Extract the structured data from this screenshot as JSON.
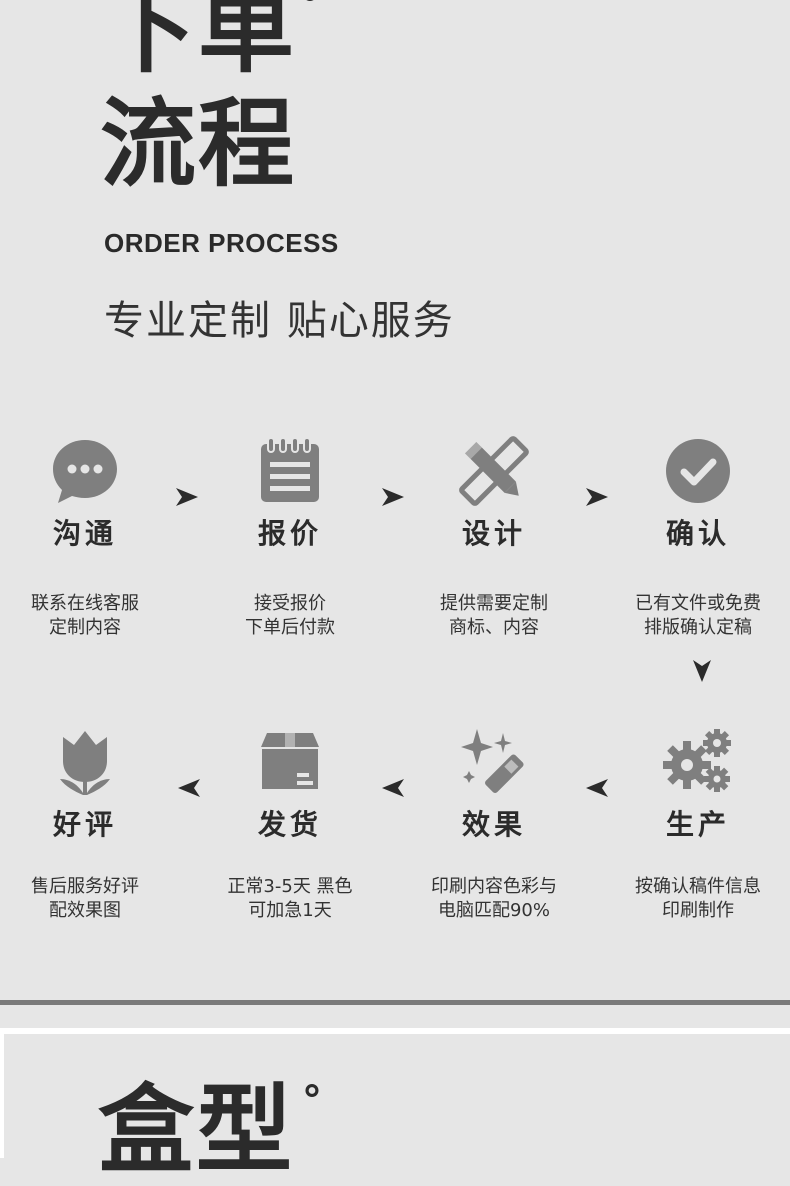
{
  "header": {
    "title_line1": "下单",
    "title_line2": "流程",
    "degree_mark": "°",
    "subtitle_en": "ORDER PROCESS",
    "subtitle_cn": "专业定制 贴心服务"
  },
  "steps": [
    {
      "title": "沟通",
      "desc1": "联系在线客服",
      "desc2": "定制内容",
      "icon": "chat-bubble-icon"
    },
    {
      "title": "报价",
      "desc1": "接受报价",
      "desc2": "下单后付款",
      "icon": "notepad-icon"
    },
    {
      "title": "设计",
      "desc1": "提供需要定制",
      "desc2": "商标、内容",
      "icon": "pencil-ruler-icon"
    },
    {
      "title": "确认",
      "desc1": "已有文件或免费",
      "desc2": "排版确认定稿",
      "icon": "checkmark-icon"
    },
    {
      "title": "生产",
      "desc1": "按确认稿件信息",
      "desc2": "印刷制作",
      "icon": "gears-icon"
    },
    {
      "title": "效果",
      "desc1": "印刷内容色彩与",
      "desc2": "电脑匹配90%",
      "icon": "sparkle-wand-icon"
    },
    {
      "title": "发货",
      "desc1": "正常3-5天 黑色",
      "desc2": "可加急1天",
      "icon": "box-icon"
    },
    {
      "title": "好评",
      "desc1": "售后服务好评",
      "desc2": "配效果图",
      "icon": "tulip-icon"
    }
  ],
  "next_section": {
    "title": "盒型",
    "degree_mark": "°"
  },
  "colors": {
    "background": "#e6e6e6",
    "icon": "#7f7f7f",
    "text": "#2b2b2b"
  }
}
